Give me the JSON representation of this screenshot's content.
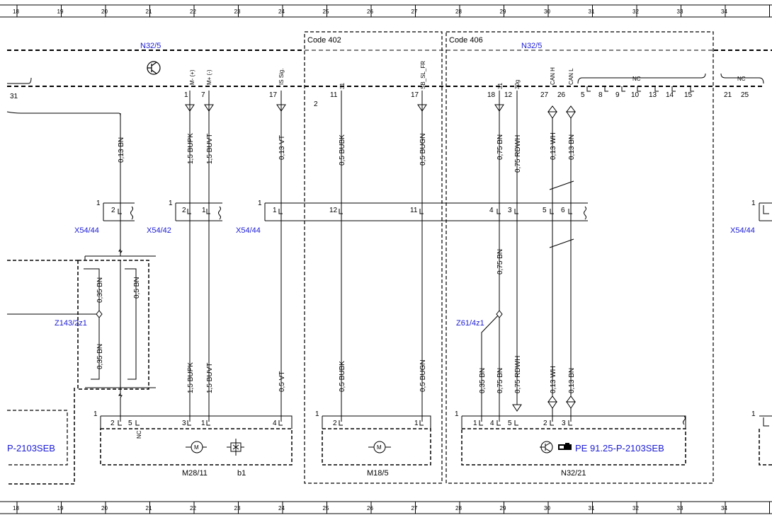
{
  "grid": {
    "columns": [
      "18",
      "19",
      "20",
      "21",
      "22",
      "23",
      "24",
      "25",
      "26",
      "27",
      "28",
      "29",
      "30",
      "31",
      "32",
      "33",
      "34"
    ]
  },
  "headers": {
    "n32_5_left": "N32/5",
    "code_402": "Code 402",
    "code_406": "Code 406",
    "n32_5_right": "N32/5"
  },
  "top_pins": {
    "left_31": "31",
    "pin_1": "1",
    "pin_7": "7",
    "pin_17a": "17",
    "box2_label": "2",
    "pin_11": "11",
    "pin_17b": "17",
    "pin_18": "18",
    "pin_12": "12",
    "pin_27": "27",
    "pin_26": "26",
    "nc_row": [
      "5",
      "8",
      "9",
      "10",
      "13",
      "14",
      "15"
    ],
    "right_row": [
      "21",
      "25"
    ]
  },
  "top_signals": {
    "m_plus": "M- (+)",
    "m_minus": "M+ (-)",
    "is_sig": "IS Sig.",
    "s31": "31",
    "sb_sl_fr": "SB_SL_FR",
    "s31b": "31",
    "s30g": "30g",
    "can_h": "CAN H",
    "can_l": "CAN L",
    "nc1": "NC",
    "nc2": "NC"
  },
  "wires_upper": {
    "w1": "0,13 BN",
    "w2": "1,5 BUPK",
    "w3": "1,5 BUVT",
    "w4": "0,13 VT",
    "w5": "0,5 BUBK",
    "w6": "0,5 BUGN",
    "w7": "0,75 BN",
    "w8": "0,75 RDWH",
    "w9": "0,13 WH",
    "w10": "0,13 BN"
  },
  "connectors": {
    "x54_44_left": "X54/44",
    "x54_42": "X54/42",
    "x54_44_mid": "X54/44",
    "x54_44_right": "X54/44",
    "c1_num": "1",
    "c1_pin": "2",
    "c2_num": "1",
    "c2_pin_a": "2",
    "c2_pin_b": "1",
    "c3_num": "1",
    "c3_pins": [
      "1",
      "12",
      "11",
      "4",
      "3",
      "5",
      "6"
    ],
    "c4_num": "1"
  },
  "wires_middle": {
    "w11": "0,35 BN",
    "w12": "0,5 BN",
    "w13": "0,75 BN"
  },
  "splices": {
    "z143": "Z143/2z1",
    "z61": "Z61/4z1"
  },
  "wires_lower": {
    "w14": "0,35 BN",
    "w15": "1,5 BUPK",
    "w16": "1,5 BUVT",
    "w17": "0,5 VT",
    "w18": "0,5 BUBK",
    "w19": "0,5 BUGN",
    "w20": "0,35 BN",
    "w21": "0,75 BN",
    "w22": "0,75 RDWH",
    "w23": "0,13 WH",
    "w24": "0,13 BN"
  },
  "components": {
    "left_ref": "P-2103SEB",
    "m28_11": "M28/11",
    "b1": "b1",
    "m18_5": "M18/5",
    "n32_21": "N32/21",
    "pe_ref": "PE 91.25-P-2103SEB",
    "motor_m1": "M",
    "motor_m2": "M",
    "nc_small": "NC",
    "m28_num": "1",
    "m28_pins": [
      "2",
      "5",
      "3",
      "1",
      "4"
    ],
    "m18_num": "1",
    "m18_pins": [
      "2",
      "1"
    ],
    "n32_num": "1",
    "n32_pins": [
      "1",
      "4",
      "5",
      "2",
      "3"
    ],
    "left_num": "1",
    "right_num": "1"
  }
}
